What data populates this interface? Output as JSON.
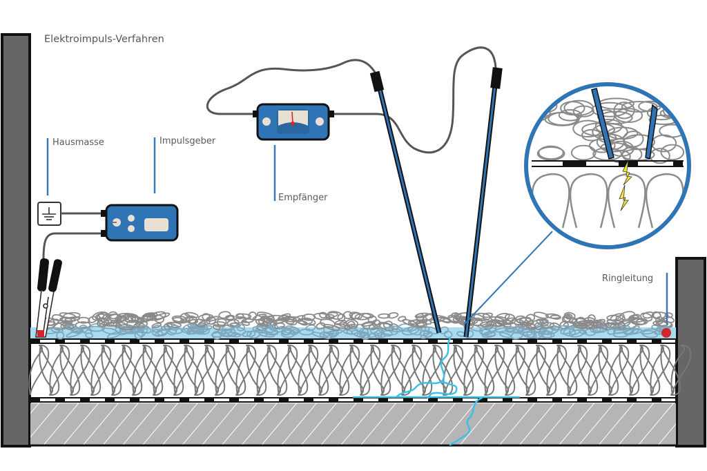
{
  "title": "Elektroimpuls-Verfahren",
  "labels": {
    "hausmasse": "Hausmasse",
    "impulsgeber": "Impulsgeber",
    "empfaenger": "Empfänger",
    "ringleitung": "Ringleitung"
  },
  "colors": {
    "device_blue": "#2f74b5",
    "leader_blue": "#3a78b6",
    "water": "#a9dcef",
    "leak": "#3cc0e6",
    "wall": "#666666",
    "concrete": "#b5b5b5",
    "ring_dot": "#d0262d",
    "lightning": "#f4e533"
  },
  "icons": {
    "ground": "ground-symbol-icon",
    "clamp": "alligator-clamp-icon",
    "meter": "analog-meter-icon",
    "lightning": "lightning-bolt-icon"
  }
}
